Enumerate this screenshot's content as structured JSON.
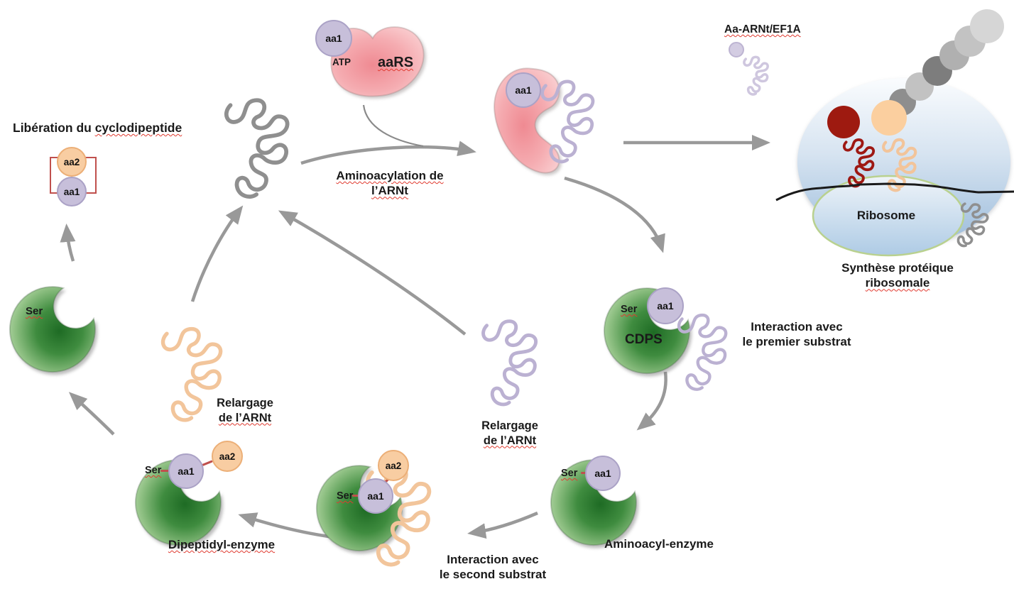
{
  "labels": {
    "aa1": "aa1",
    "aa2": "aa2",
    "ser": "Ser",
    "atp": "ATP",
    "aars": "aaRS",
    "cdps": "CDPS",
    "ribosome": "Ribosome"
  },
  "texts": {
    "liberation_prefix": "Libération du ",
    "liberation_word": "cyclodipeptide",
    "aminoacylation_l1": "Aminoacylation de",
    "aminoacylation_l2": "l’ARNt",
    "aa_arnt_ef1a": "Aa-ARNt/EF1A",
    "synthese_l1": "Synthèse protéique",
    "synthese_l2": "ribosomale",
    "premier_l1": "Interaction avec",
    "premier_l2": "le premier substrat",
    "aminoacyl_enzyme": "Aminoacyl-enzyme",
    "second_l1": "Interaction avec",
    "second_l2": "le second substrat",
    "dipeptidyl_enzyme": "Dipeptidyl-enzyme",
    "relargage_l1": "Relargage",
    "relargage_l2": "de l’ARNt"
  },
  "colors": {
    "enzyme_green_dark": "#1E6B24",
    "enzyme_green_light": "#CDE7C0",
    "aars_pink": "#F5A9AE",
    "trna_lavender": "#BBB1D2",
    "trna_orange": "#F2C59B",
    "trna_gray": "#8F8F8F",
    "trna_red": "#9E1813",
    "aa1_fill": "#C7BFDA",
    "aa2_fill": "#F8CDA2",
    "ribosome_blue": "#AFC9E2",
    "arrow_gray": "#999999",
    "bond_red": "#C0504D",
    "mrna_black": "#1A1A1A"
  }
}
